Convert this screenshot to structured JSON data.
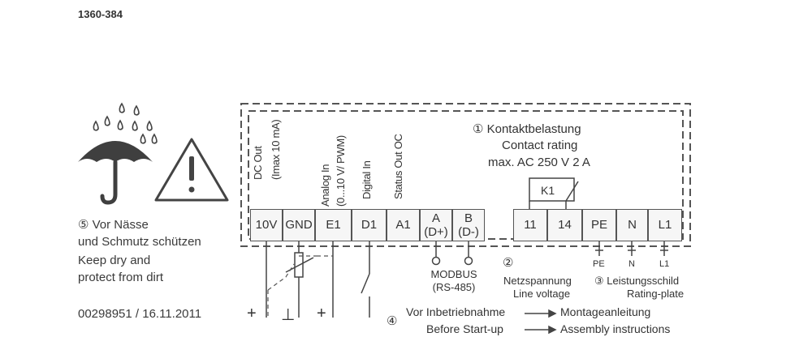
{
  "document_id": "1360-384",
  "warning": {
    "line1": "⑤ Vor Nässe",
    "line2": "und Schmutz schützen",
    "line3": "Keep dry and",
    "line4": "protect from dirt"
  },
  "footer_code": "00298951 / 16.11.2011",
  "terminal_headers": {
    "dc_out": "DC Out",
    "imax": "(Imax 10 mA)",
    "analog_in": "Analog In",
    "analog_range": "(0...10 V/ PWM)",
    "digital_in": "Digital In",
    "status_out": "Status Out OC"
  },
  "terminals": [
    "10V",
    "GND",
    "E1",
    "D1",
    "A1"
  ],
  "bus_terminals": [
    {
      "line1": "A",
      "line2": "(D+)"
    },
    {
      "line1": "B",
      "line2": "(D-)"
    }
  ],
  "power_terminals": [
    "11",
    "14",
    "PE",
    "N",
    "L1"
  ],
  "relay_label": "K1",
  "contact": {
    "line1": "① Kontaktbelastung",
    "line2": "Contact rating",
    "line3": "max. AC 250 V 2 A"
  },
  "modbus": {
    "line1": "MODBUS",
    "line2": "(RS-485)"
  },
  "line_voltage": {
    "marker": "②",
    "line1": "Netzspannung",
    "line2": "Line voltage"
  },
  "pin_labels": [
    "PE",
    "N",
    "L1"
  ],
  "rating_plate": {
    "line1": "③ Leistungsschild",
    "line2": "Rating-plate"
  },
  "instructions": {
    "marker": "④",
    "de_left": "Vor Inbetriebnahme",
    "de_right": "Montageanleitung",
    "en_left": "Before Start-up",
    "en_right": "Assembly instructions"
  },
  "polarity": {
    "plus_left": "+",
    "ground": "⊥",
    "plus_right": "+"
  }
}
